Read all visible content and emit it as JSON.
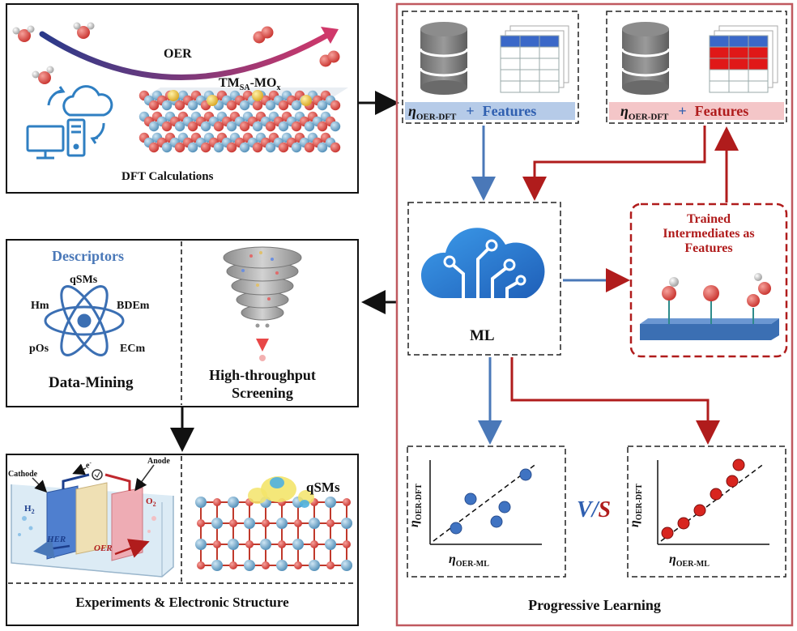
{
  "dft": {
    "oer_label": "OER",
    "catalyst_label": "TM",
    "catalyst_sub1": "SA",
    "catalyst_mid": "-MO",
    "catalyst_sub2": "x",
    "caption": "DFT Calculations"
  },
  "mining": {
    "title": "Descriptors",
    "descriptors": [
      "qSMs",
      "Hm",
      "BDEm",
      "pOs",
      "ECm"
    ],
    "caption": "Data-Mining"
  },
  "screening": {
    "caption_line1": "High-throughput",
    "caption_line2": "Screening"
  },
  "experiment": {
    "cathode": "Cathode",
    "anode": "Anode",
    "electron": "e",
    "electron_sup": "-",
    "h2": "H",
    "h2_sub": "2",
    "o2": "O",
    "o2_sub": "2",
    "her": "HER",
    "oer": "OER",
    "qsms": "qSMs",
    "caption": "Experiments & Electronic Structure"
  },
  "progressive": {
    "caption": "Progressive Learning",
    "eta": "η",
    "left_sub": "OER-DFT",
    "plus": "+",
    "features": "Features",
    "ml_label": "ML",
    "trained_line1": "Trained",
    "trained_line2": "Intermediates as",
    "trained_line3": "Features",
    "vs_v": "V",
    "vs_slash": "/",
    "vs_s": "S",
    "y_sub": "OER-DFT",
    "x_sub": "OER-ML"
  },
  "colors": {
    "blue_arrow": "#4a78b8",
    "red_arrow": "#b01c1c",
    "outer_red": "#c0595f",
    "atom_red": "#d9413c",
    "atom_blue": "#6fa6c8",
    "cloud_blue": "#2f7fd6"
  }
}
